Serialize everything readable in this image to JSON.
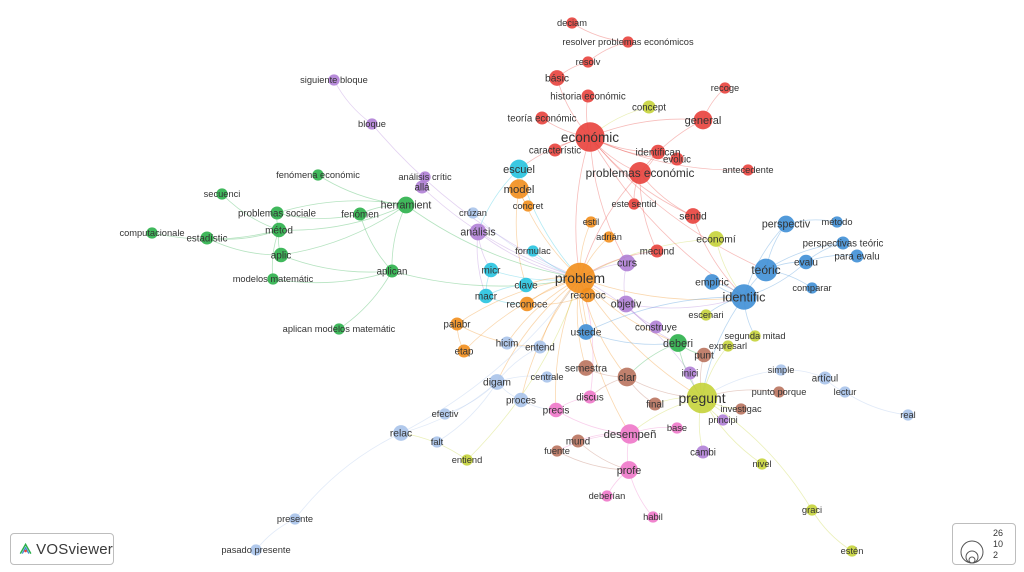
{
  "app": {
    "name": "VOSviewer"
  },
  "legend": {
    "sizes": [
      "26",
      "10",
      "2"
    ]
  },
  "colors": {
    "red": "#e8413c",
    "blue": "#3f8fd6",
    "green": "#2bb04a",
    "cyan": "#27c3df",
    "orange": "#f28e1c",
    "purple": "#b07fd6",
    "olive": "#c5d33a",
    "brown": "#b9735e",
    "pink": "#ee77c9",
    "lightblue": "#a9c3ea",
    "gray": "#9a9a9a"
  },
  "nodes": [
    {
      "label": "deciam",
      "color": "red",
      "weight": 2
    },
    {
      "label": "resolver problemas económicos",
      "color": "red",
      "weight": 2
    },
    {
      "label": "resolv",
      "color": "red",
      "weight": 2
    },
    {
      "label": "básic",
      "color": "red",
      "weight": 5
    },
    {
      "label": "historia económic",
      "color": "red",
      "weight": 3
    },
    {
      "label": "recoge",
      "color": "red",
      "weight": 2
    },
    {
      "label": "concept",
      "color": "olive",
      "weight": 3
    },
    {
      "label": "teoría económic",
      "color": "red",
      "weight": 3
    },
    {
      "label": "general",
      "color": "red",
      "weight": 8
    },
    {
      "label": "económic",
      "color": "red",
      "weight": 24
    },
    {
      "label": "característic",
      "color": "red",
      "weight": 3
    },
    {
      "label": "identifican",
      "color": "red",
      "weight": 4
    },
    {
      "label": "evolúc",
      "color": "red",
      "weight": 3
    },
    {
      "label": "antecedente",
      "color": "red",
      "weight": 2
    },
    {
      "label": "problemas económic",
      "color": "red",
      "weight": 12
    },
    {
      "label": "siguiente bloque",
      "color": "purple",
      "weight": 2
    },
    {
      "label": "bloque",
      "color": "purple",
      "weight": 2
    },
    {
      "label": "escuel",
      "color": "cyan",
      "weight": 8
    },
    {
      "label": "model",
      "color": "orange",
      "weight": 9
    },
    {
      "label": "concret",
      "color": "orange",
      "weight": 2
    },
    {
      "label": "este sentid",
      "color": "red",
      "weight": 2
    },
    {
      "label": "sentid",
      "color": "red",
      "weight": 5
    },
    {
      "label": "fenómena económic",
      "color": "green",
      "weight": 2
    },
    {
      "label": "análisis crític",
      "color": "purple",
      "weight": 2
    },
    {
      "label": "allá",
      "color": "purple",
      "weight": 3
    },
    {
      "label": "secuenci",
      "color": "green",
      "weight": 2
    },
    {
      "label": "herramient",
      "color": "green",
      "weight": 6
    },
    {
      "label": "problemas sociale",
      "color": "green",
      "weight": 3
    },
    {
      "label": "fenómen",
      "color": "green",
      "weight": 3
    },
    {
      "label": "crúzan",
      "color": "lightblue",
      "weight": 2
    },
    {
      "label": "perspectiv",
      "color": "blue",
      "weight": 6
    },
    {
      "label": "método",
      "color": "blue",
      "weight": 2
    },
    {
      "label": "computacionale",
      "color": "green",
      "weight": 2
    },
    {
      "label": "estadístic",
      "color": "green",
      "weight": 3
    },
    {
      "label": "métod",
      "color": "green",
      "weight": 4
    },
    {
      "label": "análisis",
      "color": "purple",
      "weight": 6
    },
    {
      "label": "estil",
      "color": "orange",
      "weight": 2
    },
    {
      "label": "adrián",
      "color": "orange",
      "weight": 2
    },
    {
      "label": "economí",
      "color": "olive",
      "weight": 5
    },
    {
      "label": "perspectivas teóric",
      "color": "blue",
      "weight": 3
    },
    {
      "label": "mecund",
      "color": "red",
      "weight": 3
    },
    {
      "label": "formulac",
      "color": "cyan",
      "weight": 2
    },
    {
      "label": "aplic",
      "color": "green",
      "weight": 4
    },
    {
      "label": "para evalu",
      "color": "blue",
      "weight": 3
    },
    {
      "label": "evalu",
      "color": "blue",
      "weight": 4
    },
    {
      "label": "curs",
      "color": "purple",
      "weight": 6
    },
    {
      "label": "teóric",
      "color": "blue",
      "weight": 13
    },
    {
      "label": "modelos matemátic",
      "color": "green",
      "weight": 2
    },
    {
      "label": "aplican",
      "color": "green",
      "weight": 3
    },
    {
      "label": "micr",
      "color": "cyan",
      "weight": 4
    },
    {
      "label": "problem",
      "color": "orange",
      "weight": 26
    },
    {
      "label": "clave",
      "color": "cyan",
      "weight": 4
    },
    {
      "label": "empíric",
      "color": "blue",
      "weight": 5
    },
    {
      "label": "comparar",
      "color": "blue",
      "weight": 2
    },
    {
      "label": "macr",
      "color": "cyan",
      "weight": 4
    },
    {
      "label": "reconoce",
      "color": "orange",
      "weight": 4
    },
    {
      "label": "reconoc",
      "color": "orange",
      "weight": 4
    },
    {
      "label": "objetiv",
      "color": "purple",
      "weight": 6
    },
    {
      "label": "identific",
      "color": "blue",
      "weight": 17
    },
    {
      "label": "escenari",
      "color": "olive",
      "weight": 2
    },
    {
      "label": "aplican modelos matemátic",
      "color": "green",
      "weight": 2
    },
    {
      "label": "palabr",
      "color": "orange",
      "weight": 3
    },
    {
      "label": "construye",
      "color": "purple",
      "weight": 3
    },
    {
      "label": "ustede",
      "color": "blue",
      "weight": 5
    },
    {
      "label": "deberi",
      "color": "green",
      "weight": 7
    },
    {
      "label": "segunda mitad",
      "color": "olive",
      "weight": 2
    },
    {
      "label": "expresarl",
      "color": "olive",
      "weight": 2
    },
    {
      "label": "etap",
      "color": "orange",
      "weight": 3
    },
    {
      "label": "hicim",
      "color": "lightblue",
      "weight": 3
    },
    {
      "label": "entend",
      "color": "lightblue",
      "weight": 3
    },
    {
      "label": "punt",
      "color": "brown",
      "weight": 4
    },
    {
      "label": "semestra",
      "color": "brown",
      "weight": 5
    },
    {
      "label": "inici",
      "color": "purple",
      "weight": 3
    },
    {
      "label": "simple",
      "color": "lightblue",
      "weight": 2
    },
    {
      "label": "digam",
      "color": "lightblue",
      "weight": 5
    },
    {
      "label": "centrale",
      "color": "lightblue",
      "weight": 2
    },
    {
      "label": "clar",
      "color": "brown",
      "weight": 8
    },
    {
      "label": "artícul",
      "color": "lightblue",
      "weight": 3
    },
    {
      "label": "punto porque",
      "color": "brown",
      "weight": 2
    },
    {
      "label": "proces",
      "color": "lightblue",
      "weight": 4
    },
    {
      "label": "discus",
      "color": "pink",
      "weight": 3
    },
    {
      "label": "pregunt",
      "color": "olive",
      "weight": 26
    },
    {
      "label": "lectur",
      "color": "lightblue",
      "weight": 2
    },
    {
      "label": "efectiv",
      "color": "lightblue",
      "weight": 2
    },
    {
      "label": "precis",
      "color": "pink",
      "weight": 4
    },
    {
      "label": "final",
      "color": "brown",
      "weight": 3
    },
    {
      "label": "investigac",
      "color": "brown",
      "weight": 2
    },
    {
      "label": "real",
      "color": "lightblue",
      "weight": 2
    },
    {
      "label": "relac",
      "color": "lightblue",
      "weight": 5
    },
    {
      "label": "principi",
      "color": "purple",
      "weight": 2
    },
    {
      "label": "falt",
      "color": "lightblue",
      "weight": 2
    },
    {
      "label": "base",
      "color": "pink",
      "weight": 2
    },
    {
      "label": "desempeñ",
      "color": "pink",
      "weight": 9
    },
    {
      "label": "mund",
      "color": "brown",
      "weight": 3
    },
    {
      "label": "entiend",
      "color": "olive",
      "weight": 2
    },
    {
      "label": "fuente",
      "color": "brown",
      "weight": 2
    },
    {
      "label": "cambi",
      "color": "purple",
      "weight": 3
    },
    {
      "label": "nivel",
      "color": "olive",
      "weight": 2
    },
    {
      "label": "profe",
      "color": "pink",
      "weight": 7
    },
    {
      "label": "deberían",
      "color": "pink",
      "weight": 2
    },
    {
      "label": "habil",
      "color": "pink",
      "weight": 2
    },
    {
      "label": "graci",
      "color": "olive",
      "weight": 2
    },
    {
      "label": "presente",
      "color": "lightblue",
      "weight": 2
    },
    {
      "label": "pasado presente",
      "color": "lightblue",
      "weight": 2
    },
    {
      "label": "estén",
      "color": "olive",
      "weight": 2
    }
  ],
  "links": [
    [
      "deciam",
      "resolver problemas económicos"
    ],
    [
      "resolver problemas económicos",
      "resolv"
    ],
    [
      "resolv",
      "básic"
    ],
    [
      "básic",
      "económic"
    ],
    [
      "historia económic",
      "económic"
    ],
    [
      "recoge",
      "general"
    ],
    [
      "concept",
      "económic"
    ],
    [
      "teoría económic",
      "económic"
    ],
    [
      "general",
      "económic"
    ],
    [
      "general",
      "problemas económic"
    ],
    [
      "económic",
      "característic"
    ],
    [
      "económic",
      "identifican"
    ],
    [
      "económic",
      "problemas económic"
    ],
    [
      "económic",
      "problem"
    ],
    [
      "económic",
      "evolúc"
    ],
    [
      "económic",
      "antecedente"
    ],
    [
      "económic",
      "escuel"
    ],
    [
      "económic",
      "sentid"
    ],
    [
      "económic",
      "teóric"
    ],
    [
      "económic",
      "identific"
    ],
    [
      "económic",
      "curs"
    ],
    [
      "problemas económic",
      "identifican"
    ],
    [
      "problemas económic",
      "problem"
    ],
    [
      "problemas económic",
      "este sentid"
    ],
    [
      "problemas económic",
      "sentid"
    ],
    [
      "problemas económic",
      "mecund"
    ],
    [
      "siguiente bloque",
      "bloque"
    ],
    [
      "bloque",
      "problem"
    ],
    [
      "escuel",
      "model"
    ],
    [
      "escuel",
      "problem"
    ],
    [
      "escuel",
      "análisis"
    ],
    [
      "model",
      "problem"
    ],
    [
      "model",
      "concret"
    ],
    [
      "model",
      "clave"
    ],
    [
      "sentid",
      "identific"
    ],
    [
      "fenómena económic",
      "herramient"
    ],
    [
      "análisis crític",
      "allá"
    ],
    [
      "allá",
      "problem"
    ],
    [
      "secuenci",
      "métod"
    ],
    [
      "herramient",
      "problem"
    ],
    [
      "herramient",
      "aplican"
    ],
    [
      "herramient",
      "fenómen"
    ],
    [
      "herramient",
      "problemas sociale"
    ],
    [
      "problemas sociale",
      "métod"
    ],
    [
      "problemas sociale",
      "fenómen"
    ],
    [
      "fenómen",
      "aplican"
    ],
    [
      "crúzan",
      "problem"
    ],
    [
      "perspectiv",
      "teóric"
    ],
    [
      "perspectiv",
      "identific"
    ],
    [
      "método",
      "perspectiv"
    ],
    [
      "computacionale",
      "métod"
    ],
    [
      "estadístic",
      "métod"
    ],
    [
      "estadístic",
      "aplic"
    ],
    [
      "métod",
      "aplic"
    ],
    [
      "métod",
      "herramient"
    ],
    [
      "métod",
      "modelos matemátic"
    ],
    [
      "análisis",
      "problem"
    ],
    [
      "análisis",
      "micr"
    ],
    [
      "análisis",
      "macr"
    ],
    [
      "estil",
      "problem"
    ],
    [
      "adrián",
      "problem"
    ],
    [
      "economí",
      "identific"
    ],
    [
      "economí",
      "problem"
    ],
    [
      "perspectivas teóric",
      "teóric"
    ],
    [
      "perspectivas teóric",
      "evalu"
    ],
    [
      "mecund",
      "problem"
    ],
    [
      "formulac",
      "problem"
    ],
    [
      "aplic",
      "aplican"
    ],
    [
      "aplic",
      "herramient"
    ],
    [
      "para evalu",
      "evalu"
    ],
    [
      "evalu",
      "teóric"
    ],
    [
      "curs",
      "problem"
    ],
    [
      "curs",
      "objetiv"
    ],
    [
      "teóric",
      "identific"
    ],
    [
      "modelos matemátic",
      "aplican"
    ],
    [
      "aplican",
      "problem"
    ],
    [
      "micr",
      "macr"
    ],
    [
      "micr",
      "problem"
    ],
    [
      "problem",
      "clave"
    ],
    [
      "problem",
      "reconoc"
    ],
    [
      "problem",
      "reconoce"
    ],
    [
      "problem",
      "objetiv"
    ],
    [
      "problem",
      "identific"
    ],
    [
      "problem",
      "pregunt"
    ],
    [
      "problem",
      "ustede"
    ],
    [
      "problem",
      "palabr"
    ],
    [
      "problem",
      "hicim"
    ],
    [
      "problem",
      "entend"
    ],
    [
      "problem",
      "deberi"
    ],
    [
      "problem",
      "clar"
    ],
    [
      "problem",
      "digam"
    ],
    [
      "problem",
      "proces"
    ],
    [
      "problem",
      "semestra"
    ],
    [
      "problem",
      "desempeñ"
    ],
    [
      "problem",
      "precis"
    ],
    [
      "problem",
      "etap"
    ],
    [
      "clave",
      "macr"
    ],
    [
      "empíric",
      "identific"
    ],
    [
      "comparar",
      "teóric"
    ],
    [
      "macr",
      "reconoce"
    ],
    [
      "reconoce",
      "reconoc"
    ],
    [
      "objetiv",
      "identific"
    ],
    [
      "objetiv",
      "construye"
    ],
    [
      "objetiv",
      "deberi"
    ],
    [
      "identific",
      "pregunt"
    ],
    [
      "identific",
      "empíric"
    ],
    [
      "identific",
      "ustede"
    ],
    [
      "identific",
      "escenari"
    ],
    [
      "identific",
      "segunda mitad"
    ],
    [
      "identific",
      "evalu"
    ],
    [
      "aplican modelos matemátic",
      "aplican"
    ],
    [
      "palabr",
      "etap"
    ],
    [
      "palabr",
      "entend"
    ],
    [
      "ustede",
      "deberi"
    ],
    [
      "deberi",
      "clar"
    ],
    [
      "deberi",
      "punt"
    ],
    [
      "deberi",
      "pregunt"
    ],
    [
      "expresarl",
      "pregunt"
    ],
    [
      "hicim",
      "entend"
    ],
    [
      "entend",
      "digam"
    ],
    [
      "punt",
      "pregunt"
    ],
    [
      "semestra",
      "clar"
    ],
    [
      "inici",
      "pregunt"
    ],
    [
      "simple",
      "pregunt"
    ],
    [
      "digam",
      "proces"
    ],
    [
      "centrale",
      "digam"
    ],
    [
      "clar",
      "pregunt"
    ],
    [
      "clar",
      "discus"
    ],
    [
      "clar",
      "final"
    ],
    [
      "artícul",
      "lectur"
    ],
    [
      "artícul",
      "simple"
    ],
    [
      "punto porque",
      "pregunt"
    ],
    [
      "proces",
      "precis"
    ],
    [
      "discus",
      "precis"
    ],
    [
      "pregunt",
      "investigac"
    ],
    [
      "pregunt",
      "principi"
    ],
    [
      "pregunt",
      "desempeñ"
    ],
    [
      "pregunt",
      "cambi"
    ],
    [
      "pregunt",
      "nivel"
    ],
    [
      "pregunt",
      "final"
    ],
    [
      "lectur",
      "real"
    ],
    [
      "efectiv",
      "digam"
    ],
    [
      "precis",
      "desempeñ"
    ],
    [
      "relac",
      "digam"
    ],
    [
      "relac",
      "presente"
    ],
    [
      "falt",
      "digam"
    ],
    [
      "base",
      "desempeñ"
    ],
    [
      "desempeñ",
      "profe"
    ],
    [
      "desempeñ",
      "mund"
    ],
    [
      "desempeñ",
      "fuente"
    ],
    [
      "mund",
      "profe"
    ],
    [
      "entiend",
      "relac"
    ],
    [
      "fuente",
      "profe"
    ],
    [
      "profe",
      "deberían"
    ],
    [
      "profe",
      "habil"
    ],
    [
      "graci",
      "estén"
    ],
    [
      "graci",
      "pregunt"
    ],
    [
      "presente",
      "pasado presente"
    ],
    [
      "relac",
      "problem"
    ],
    [
      "entiend",
      "problem"
    ],
    [
      "discus",
      "problem"
    ],
    [
      "inici",
      "problem"
    ]
  ]
}
